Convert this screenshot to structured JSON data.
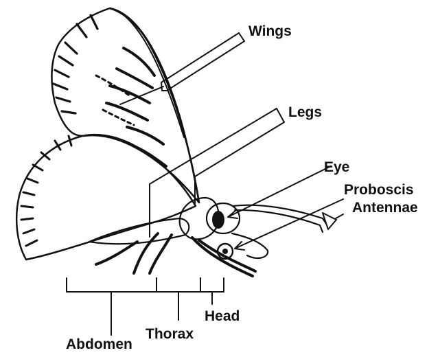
{
  "labels": {
    "wings": "Wings",
    "legs": "Legs",
    "eye": "Eye",
    "proboscis": "Proboscis",
    "antennae": "Antennae",
    "abdomen": "Abdomen",
    "thorax": "Thorax",
    "head": "Head"
  },
  "colors": {
    "ink": "#111111",
    "paper": "#ffffff"
  }
}
